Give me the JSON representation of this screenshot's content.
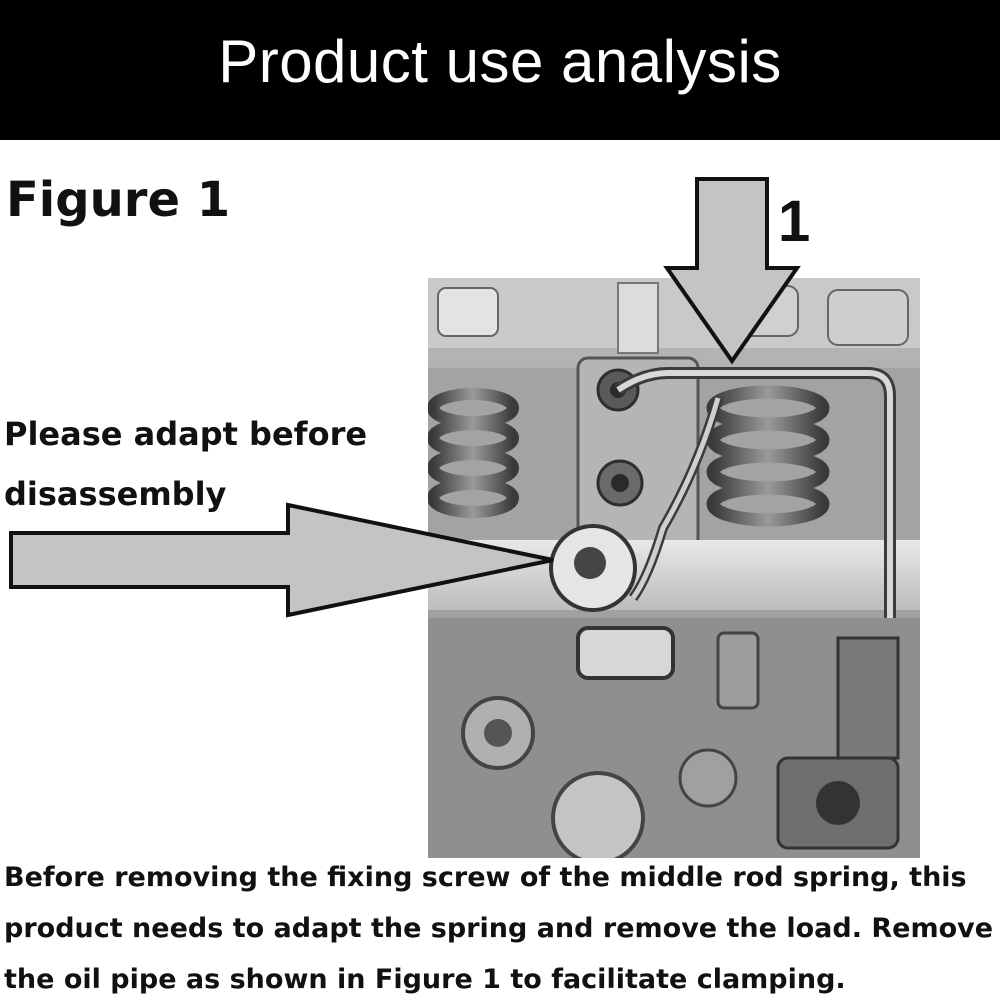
{
  "header": {
    "title": "Product use analysis"
  },
  "figure": {
    "label": "Figure 1",
    "callout_number": "1"
  },
  "side_note": "Please adapt before disassembly",
  "caption": "Before removing the fixing screw of the middle rod spring, this product needs to adapt the spring and remove the load. Remove the oil pipe as shown in Figure 1 to facilitate clamping.",
  "colors": {
    "header_bg": "#000000",
    "header_text": "#ffffff",
    "arrow_fill": "#c4c4c4",
    "text": "#111111"
  }
}
